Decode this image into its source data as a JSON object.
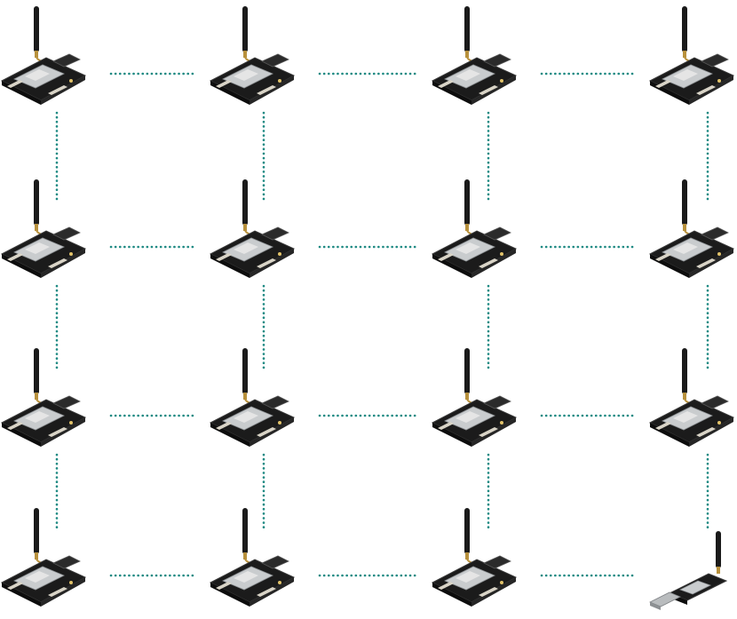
{
  "diagram": {
    "rows": 4,
    "cols": 4,
    "colors": {
      "link": "#1f8a83",
      "board": "#1b1b1b",
      "board_edge": "#3a3a3a",
      "module": "#c9ccce",
      "module_label": "#e8e8e8",
      "antenna": "#1a1a1a",
      "gold": "#b8913c",
      "usb_metal": "#b9bcbe",
      "pins": "#d9d4c7"
    },
    "nodes": [
      {
        "row": 0,
        "col": 0,
        "kind": "board-with-antenna"
      },
      {
        "row": 0,
        "col": 1,
        "kind": "board-with-antenna"
      },
      {
        "row": 0,
        "col": 2,
        "kind": "board-with-antenna"
      },
      {
        "row": 0,
        "col": 3,
        "kind": "board-with-antenna"
      },
      {
        "row": 1,
        "col": 0,
        "kind": "board-with-antenna"
      },
      {
        "row": 1,
        "col": 1,
        "kind": "board-with-antenna"
      },
      {
        "row": 1,
        "col": 2,
        "kind": "board-with-antenna"
      },
      {
        "row": 1,
        "col": 3,
        "kind": "board-with-antenna"
      },
      {
        "row": 2,
        "col": 0,
        "kind": "board-with-antenna"
      },
      {
        "row": 2,
        "col": 1,
        "kind": "board-with-antenna"
      },
      {
        "row": 2,
        "col": 2,
        "kind": "board-with-antenna"
      },
      {
        "row": 2,
        "col": 3,
        "kind": "board-with-antenna"
      },
      {
        "row": 3,
        "col": 0,
        "kind": "board-with-antenna"
      },
      {
        "row": 3,
        "col": 1,
        "kind": "board-with-antenna"
      },
      {
        "row": 3,
        "col": 2,
        "kind": "board-with-antenna"
      },
      {
        "row": 3,
        "col": 3,
        "kind": "usb-dongle-with-antenna"
      }
    ],
    "links": [
      {
        "from": [
          0,
          0
        ],
        "to": [
          0,
          1
        ]
      },
      {
        "from": [
          0,
          1
        ],
        "to": [
          0,
          2
        ]
      },
      {
        "from": [
          0,
          2
        ],
        "to": [
          0,
          3
        ]
      },
      {
        "from": [
          1,
          0
        ],
        "to": [
          1,
          1
        ]
      },
      {
        "from": [
          1,
          1
        ],
        "to": [
          1,
          2
        ]
      },
      {
        "from": [
          1,
          2
        ],
        "to": [
          1,
          3
        ]
      },
      {
        "from": [
          2,
          0
        ],
        "to": [
          2,
          1
        ]
      },
      {
        "from": [
          2,
          1
        ],
        "to": [
          2,
          2
        ]
      },
      {
        "from": [
          2,
          2
        ],
        "to": [
          2,
          3
        ]
      },
      {
        "from": [
          3,
          0
        ],
        "to": [
          3,
          1
        ]
      },
      {
        "from": [
          3,
          1
        ],
        "to": [
          3,
          2
        ]
      },
      {
        "from": [
          3,
          2
        ],
        "to": [
          3,
          3
        ]
      },
      {
        "from": [
          0,
          0
        ],
        "to": [
          1,
          0
        ]
      },
      {
        "from": [
          1,
          0
        ],
        "to": [
          2,
          0
        ]
      },
      {
        "from": [
          2,
          0
        ],
        "to": [
          3,
          0
        ]
      },
      {
        "from": [
          0,
          1
        ],
        "to": [
          1,
          1
        ]
      },
      {
        "from": [
          1,
          1
        ],
        "to": [
          2,
          1
        ]
      },
      {
        "from": [
          2,
          1
        ],
        "to": [
          3,
          1
        ]
      },
      {
        "from": [
          0,
          2
        ],
        "to": [
          1,
          2
        ]
      },
      {
        "from": [
          1,
          2
        ],
        "to": [
          2,
          2
        ]
      },
      {
        "from": [
          2,
          2
        ],
        "to": [
          3,
          2
        ]
      },
      {
        "from": [
          0,
          3
        ],
        "to": [
          1,
          3
        ]
      },
      {
        "from": [
          1,
          3
        ],
        "to": [
          2,
          3
        ]
      },
      {
        "from": [
          2,
          3
        ],
        "to": [
          3,
          3
        ]
      }
    ]
  }
}
